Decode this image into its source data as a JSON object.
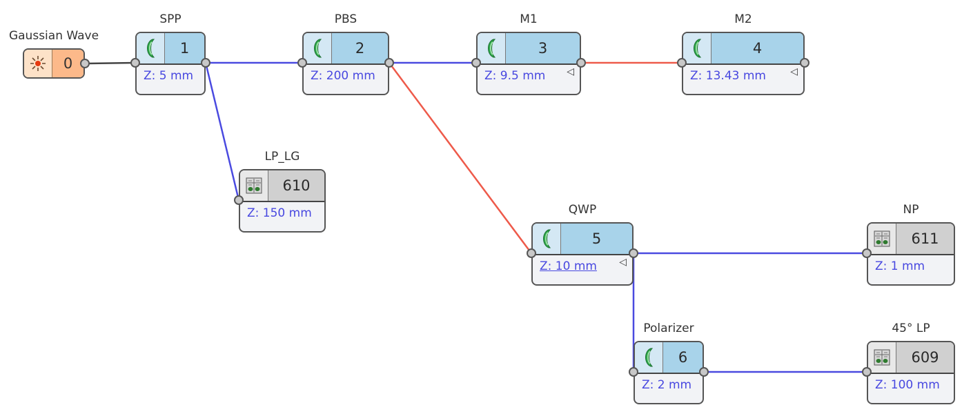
{
  "source": {
    "title": "Gaussian Wave",
    "id": "0",
    "icon": "sun-icon"
  },
  "nodes": [
    {
      "key": "spp",
      "title": "SPP",
      "id": "1",
      "z": "Z: 5 mm",
      "type": "lens",
      "color": "blue",
      "arrow": false,
      "underline": false
    },
    {
      "key": "pbs",
      "title": "PBS",
      "id": "2",
      "z": "Z: 200 mm",
      "type": "lens",
      "color": "blue",
      "arrow": false,
      "underline": false
    },
    {
      "key": "m1",
      "title": "M1",
      "id": "3",
      "z": "Z: 9.5 mm",
      "type": "lens",
      "color": "blue",
      "arrow": true,
      "underline": false
    },
    {
      "key": "m2",
      "title": "M2",
      "id": "4",
      "z": "Z: 13.43 mm",
      "type": "lens",
      "color": "blue",
      "arrow": true,
      "underline": false
    },
    {
      "key": "lplg",
      "title": "LP_LG",
      "id": "610",
      "z": "Z: 150 mm",
      "type": "detector",
      "color": "grey",
      "arrow": false,
      "underline": false
    },
    {
      "key": "qwp",
      "title": "QWP",
      "id": "5",
      "z": "Z: 10 mm",
      "type": "lens",
      "color": "blue",
      "arrow": true,
      "underline": true
    },
    {
      "key": "np",
      "title": "NP",
      "id": "611",
      "z": "Z: 1 mm",
      "type": "detector",
      "color": "grey",
      "arrow": false,
      "underline": false
    },
    {
      "key": "pol",
      "title": "Polarizer",
      "id": "6",
      "z": "Z: 2 mm",
      "type": "lens",
      "color": "blue",
      "arrow": false,
      "underline": false
    },
    {
      "key": "lp45",
      "title": "45° LP",
      "id": "609",
      "z": "Z: 100 mm",
      "type": "detector",
      "color": "grey",
      "arrow": false,
      "underline": false
    }
  ],
  "links": [
    {
      "from": "source",
      "to": "spp",
      "color": "#444444"
    },
    {
      "from": "spp",
      "to": "pbs",
      "color": "#4a4ae0"
    },
    {
      "from": "spp",
      "to": "lplg",
      "color": "#4a4ae0"
    },
    {
      "from": "pbs",
      "to": "m1",
      "color": "#4a4ae0"
    },
    {
      "from": "m1",
      "to": "m2",
      "color": "#ee5a4a"
    },
    {
      "from": "pbs",
      "to": "qwp",
      "color": "#ee5a4a"
    },
    {
      "from": "qwp",
      "to": "np",
      "color": "#4a4ae0"
    },
    {
      "from": "qwp",
      "to": "pol",
      "color": "#4a4ae0"
    },
    {
      "from": "pol",
      "to": "lp45",
      "color": "#4a4ae0"
    }
  ]
}
